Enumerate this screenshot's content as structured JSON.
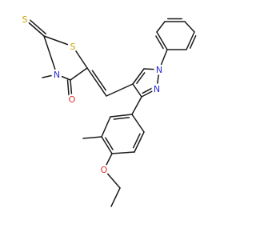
{
  "colors": {
    "bond": "#1a1a1a",
    "N": "#2b2bd6",
    "O": "#e03030",
    "S": "#c9a300",
    "background": "#ffffff"
  },
  "atom_labels": {
    "thione_S": "S",
    "ring_S": "S",
    "ring_N": "N",
    "carbonyl_O": "O",
    "pyrazole_N1": "N",
    "pyrazole_N2": "N",
    "ether_O": "O"
  }
}
